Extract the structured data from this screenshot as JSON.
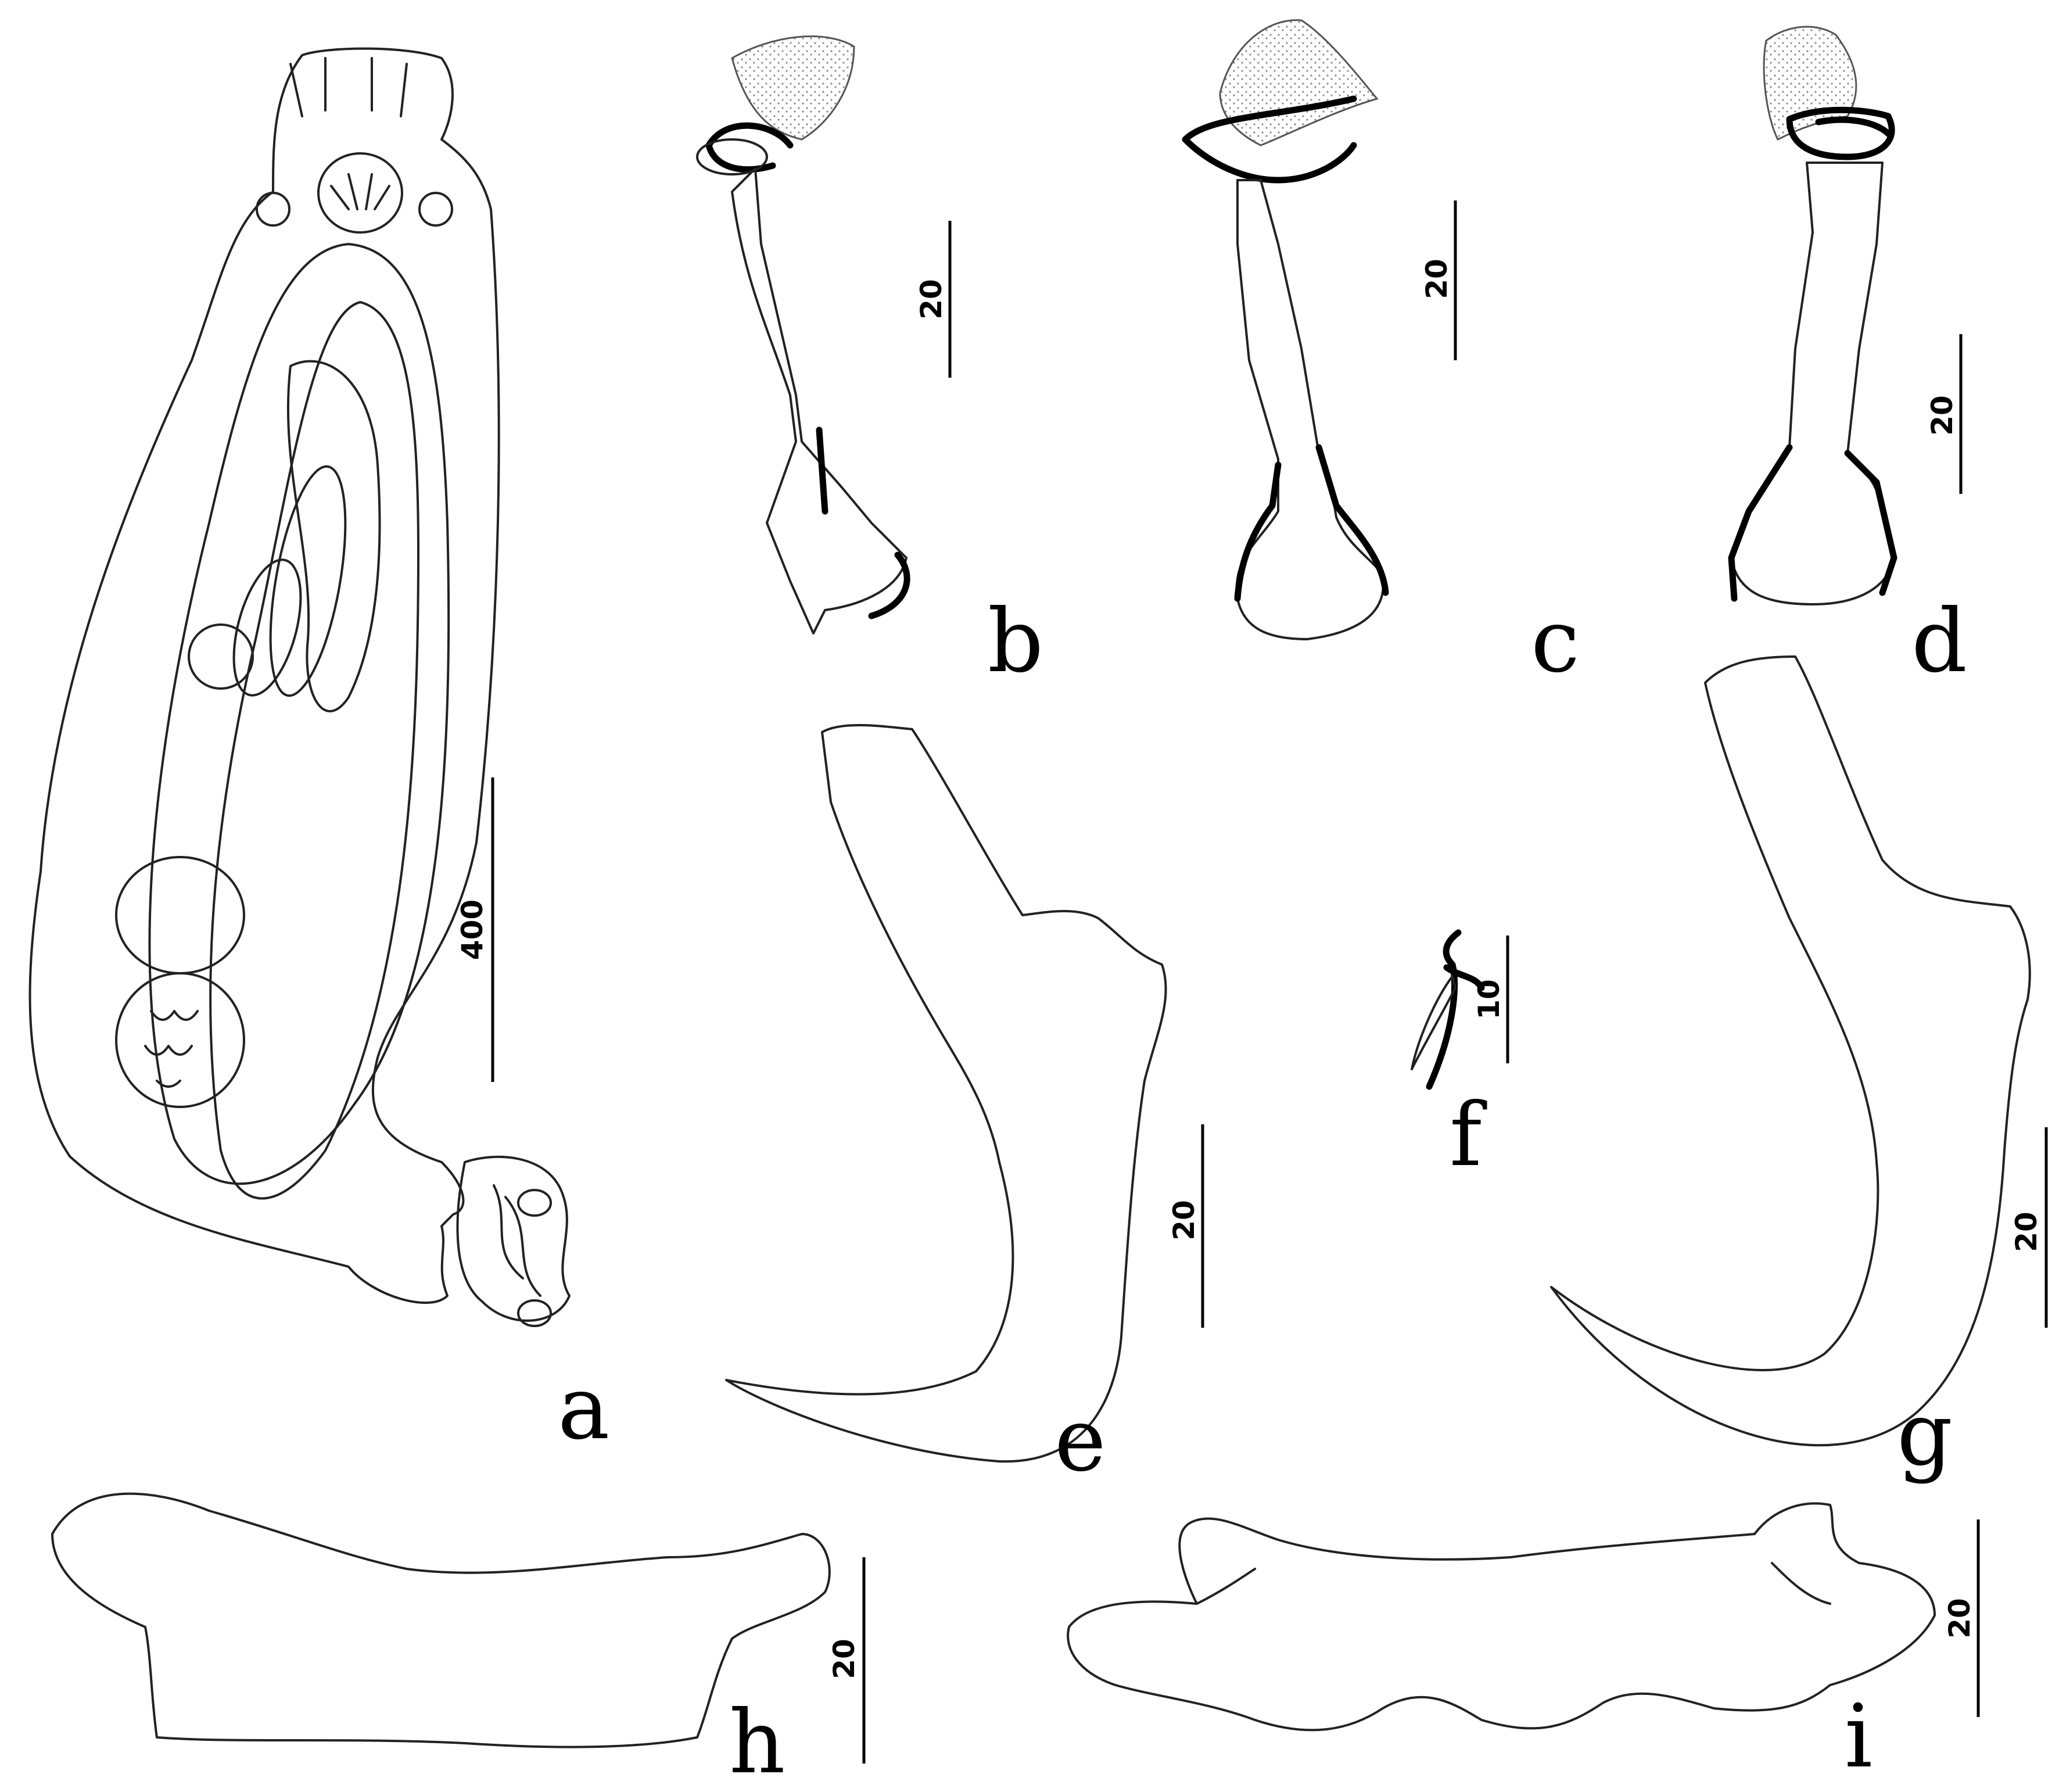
{
  "figure": {
    "background_color": "#ffffff",
    "ink_color": "#000000",
    "stipple_color": "#b0b0b0",
    "panels": [
      {
        "id": "a",
        "letter": "a",
        "scale": "400"
      },
      {
        "id": "b",
        "letter": "b",
        "scale": "20"
      },
      {
        "id": "c",
        "letter": "c",
        "scale": "20"
      },
      {
        "id": "d",
        "letter": "d",
        "scale": "20"
      },
      {
        "id": "e",
        "letter": "e",
        "scale": "20"
      },
      {
        "id": "f",
        "letter": "f",
        "scale": "10"
      },
      {
        "id": "g",
        "letter": "g",
        "scale": "20"
      },
      {
        "id": "h",
        "letter": "h",
        "scale": "20"
      },
      {
        "id": "i",
        "letter": "i",
        "scale": "20"
      }
    ]
  }
}
